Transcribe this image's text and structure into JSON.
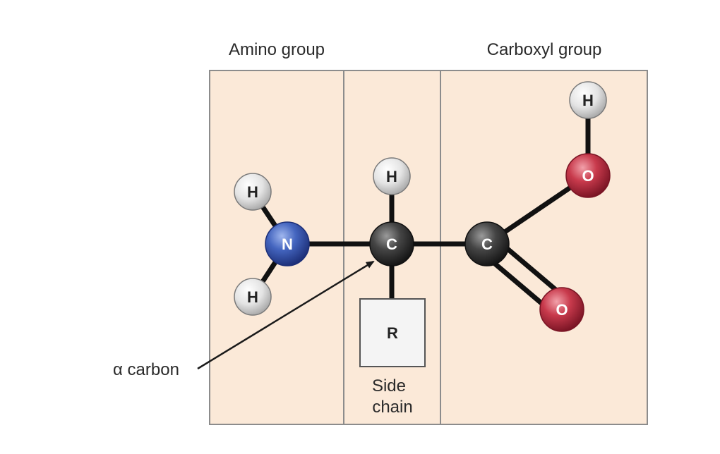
{
  "labels": {
    "amino_group": "Amino group",
    "carboxyl_group": "Carboxyl group",
    "alpha_carbon": "α carbon",
    "side_chain_line1": "Side",
    "side_chain_line2": "chain"
  },
  "atoms": {
    "nitrogen": "N",
    "alpha_c": "C",
    "carboxyl_c": "C",
    "hydroxyl_o": "O",
    "carbonyl_o": "O",
    "amino_h_top": "H",
    "amino_h_bottom": "H",
    "alpha_h": "H",
    "hydroxyl_h": "H",
    "r_group": "R"
  },
  "colors": {
    "panel_fill": "#fbe9d8",
    "panel_stroke": "#8c8c8c",
    "nitrogen": "#3a5bb3",
    "carbon": "#3c3c3c",
    "oxygen": "#c5394b",
    "hydrogen": "#e6e6e6"
  }
}
